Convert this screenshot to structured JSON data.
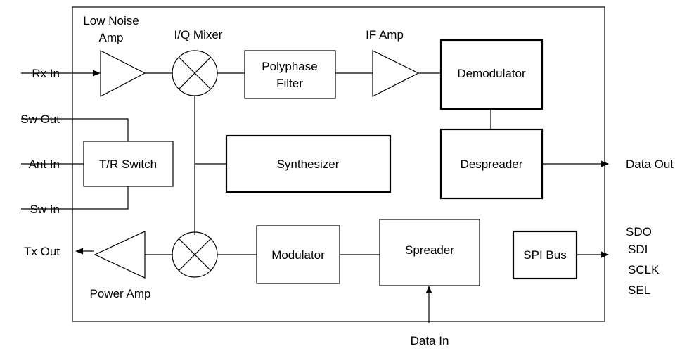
{
  "blocks": {
    "low_noise_amp": [
      "Low Noise",
      "Amp"
    ],
    "iq_mixer": "I/Q Mixer",
    "polyphase_filter": [
      "Polyphase",
      "Filter"
    ],
    "if_amp": "IF Amp",
    "demodulator": "Demodulator",
    "despreader": "Despreader",
    "tr_switch": "T/R Switch",
    "synthesizer": "Synthesizer",
    "modulator": "Modulator",
    "spreader": "Spreader",
    "spi_bus": "SPI Bus",
    "power_amp": "Power Amp"
  },
  "ports": {
    "rx_in": "Rx In",
    "sw_out": "Sw Out",
    "ant_in": "Ant In",
    "sw_in": "Sw In",
    "tx_out": "Tx Out",
    "data_out": "Data Out",
    "data_in": "Data In",
    "sdo": "SDO",
    "sdi": "SDI",
    "sclk": "SCLK",
    "sel": "SEL"
  }
}
